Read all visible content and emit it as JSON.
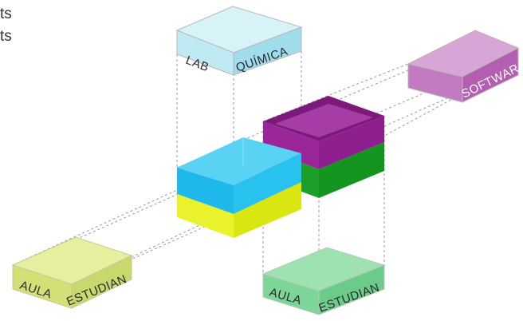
{
  "legend_fragments": [
    "ts",
    "ts"
  ],
  "boxes": {
    "lab": {
      "label_1": "LAB",
      "label_2": "QUÍMICA"
    },
    "software": {
      "label": "SOFTWAR"
    },
    "aula_left": {
      "label_1": "AULA",
      "label_2": "ESTUDIAN"
    },
    "aula_right": {
      "label_1": "AULA",
      "label_2": "ESTUDIAN"
    }
  },
  "colors": {
    "lab_blue": "#a8e3ef",
    "cyan_block": "#29c1ee",
    "yellow_block": "#e3ef1a",
    "purple_block": "#8e1f8e",
    "green_block": "#14951f",
    "software_purple": "#b45eb3",
    "aula_yellow": "#d6e37b",
    "aula_green": "#71cf8e"
  }
}
